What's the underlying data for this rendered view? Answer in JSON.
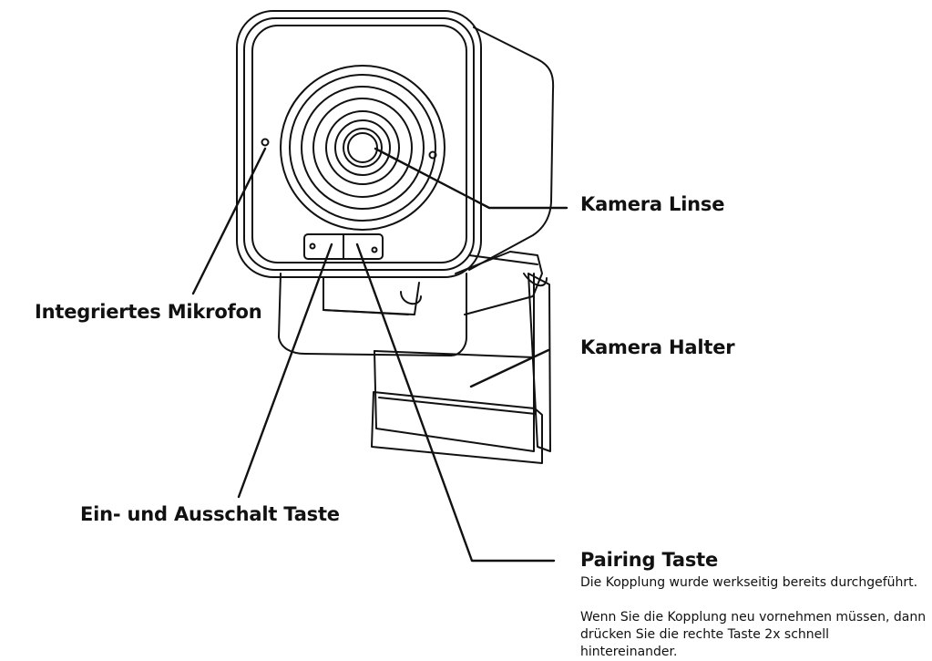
{
  "labels": {
    "kamera_linse": "Kamera Linse",
    "integriertes_mikrofon": "Integriertes Mikrofon",
    "kamera_halter": "Kamera Halter",
    "ein_ausschalt_taste": "Ein- und Ausschalt Taste",
    "pairing_taste": "Pairing Taste"
  },
  "pairing_description": {
    "line1": "Die Kopplung wurde werkseitig bereits durchgeführt.",
    "line2": "Wenn Sie die Kopplung neu vornehmen müssen, dann drücken Sie die rechte Taste 2x schnell hintereinander."
  },
  "colors": {
    "stroke": "#111111",
    "background": "#ffffff"
  }
}
